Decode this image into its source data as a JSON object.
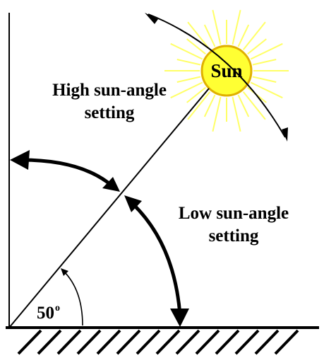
{
  "labels": {
    "high_line1": "High sun-angle",
    "high_line2": "setting",
    "low_line1": "Low sun-angle",
    "low_line2": "setting",
    "sun": "Sun",
    "angle_value": "50",
    "angle_unit": "o"
  },
  "colors": {
    "sun_fill": "#FFFF33",
    "sun_rays": "#FFFF66",
    "sun_outline": "#E0B000",
    "ink": "#000000"
  },
  "icons": {
    "ground": "hatched-ground-icon",
    "sun": "sun-icon"
  }
}
